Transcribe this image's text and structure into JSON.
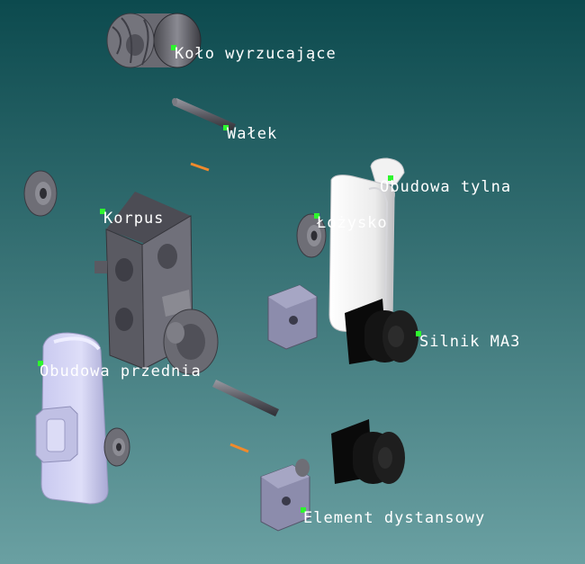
{
  "colors": {
    "background_top": "#0c4a4e",
    "background_bottom": "#6aa0a2",
    "label_text": "#ffffff",
    "marker": "#2ef52e"
  },
  "labels": {
    "kolo": "Koło wyrzucające",
    "walek": "Wałek",
    "obudowa_tylna": "Obudowa tylna",
    "korpus": "Korpus",
    "lozysko": "Łożysko",
    "silnik": "Silnik MA3",
    "obudowa_przednia": "Obudowa przednia",
    "element": "Element dystansowy"
  }
}
